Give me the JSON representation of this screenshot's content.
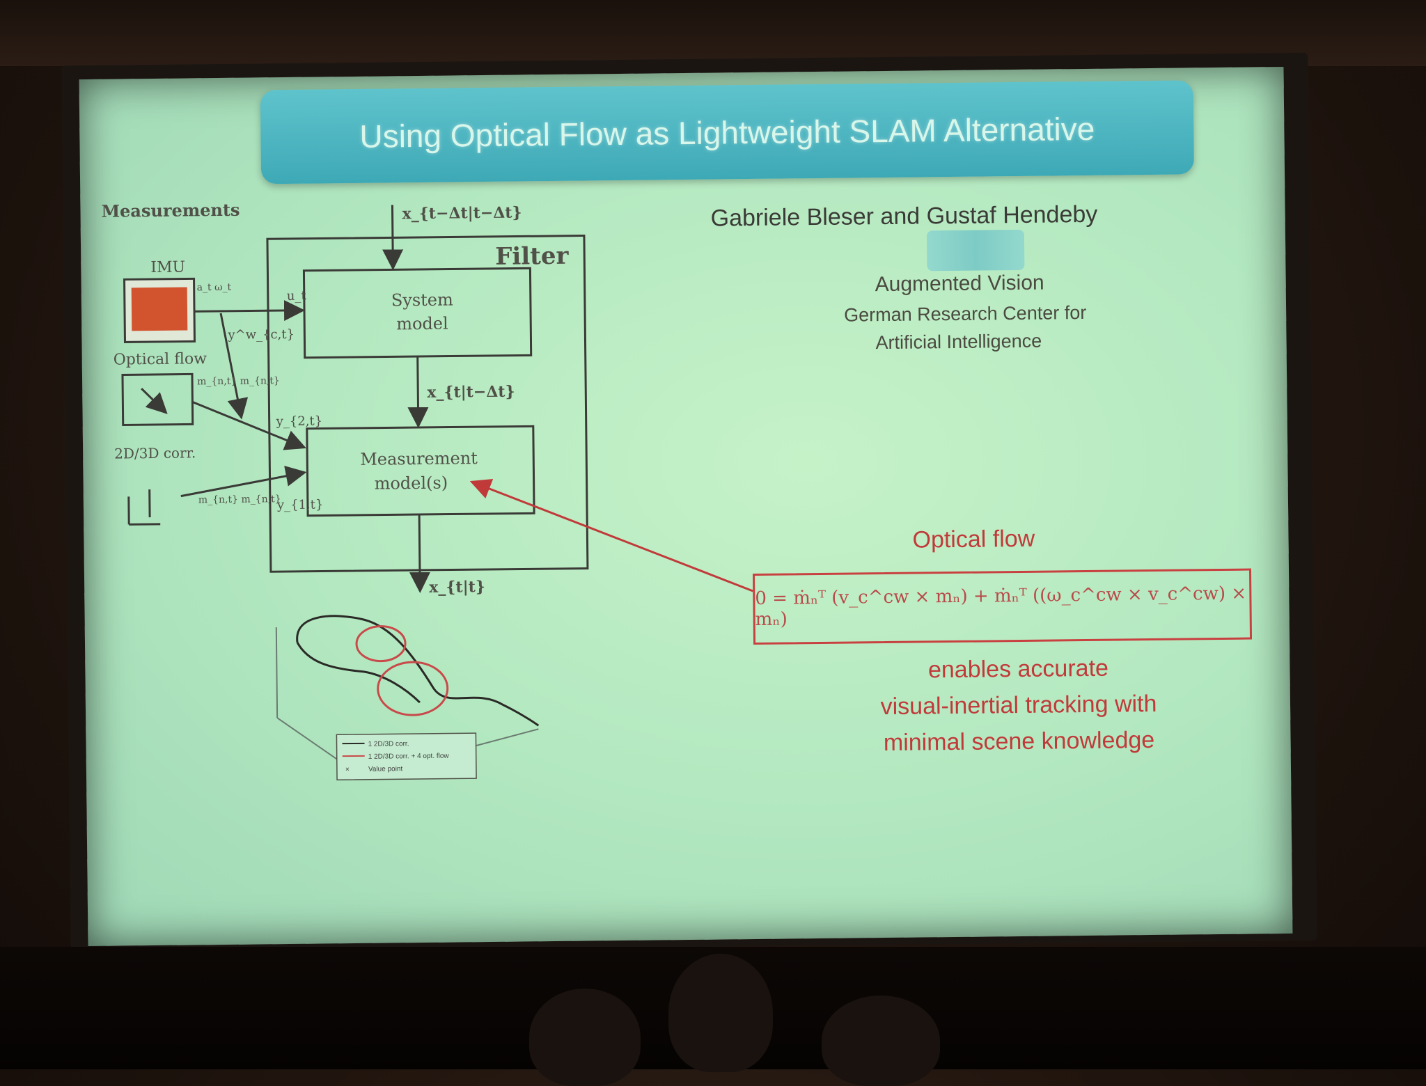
{
  "slide": {
    "title": "Using Optical Flow as Lightweight SLAM Alternative",
    "authors": "Gabriele Bleser and Gustaf Hendeby",
    "lab": "Augmented Vision",
    "institution_line1": "German Research Center for",
    "institution_line2": "Artificial Intelligence"
  },
  "diagram": {
    "measurements_label": "Measurements",
    "filter_label": "Filter",
    "imu_label": "IMU",
    "optical_flow_label": "Optical flow",
    "corr_label": "2D/3D corr.",
    "system_model_line1": "System",
    "system_model_line2": "model",
    "measurement_model_line1": "Measurement",
    "measurement_model_line2": "model(s)",
    "input_state": "x_{t−Δt|t−Δt}",
    "predicted_state": "x_{t|t−Δt}",
    "output_state": "x_{t|t}",
    "u_label": "u_t",
    "y2_label": "y_{2,t}",
    "y1_label": "y_{1,t}",
    "ycross_label": "y^w_{c,t}",
    "imu_signals": "a_t ω_t",
    "flow_signals": "m_{n,t} m_{n,t}",
    "corr_signals": "m_{n,t} m_{n,t}"
  },
  "right": {
    "optical_flow_title": "Optical flow",
    "equation": "0 = ṁₙᵀ (v_c^cw × mₙ) + ṁₙᵀ ((ω_c^cw × v_c^cw) × mₙ)",
    "claim_line1": "enables accurate",
    "claim_line2": "visual-inertial tracking with",
    "claim_line3": "minimal scene knowledge"
  },
  "plot_legend": {
    "entry1": "1 2D/3D corr.",
    "entry2": "1 2D/3D corr. + 4 opt. flow",
    "entry3": "Value point"
  },
  "colors": {
    "title_bar": "#3ea9b6",
    "slide_bg": "#b3e8c0",
    "accent_red": "#c03a3a",
    "diagram_ink": "#3a3a36"
  }
}
